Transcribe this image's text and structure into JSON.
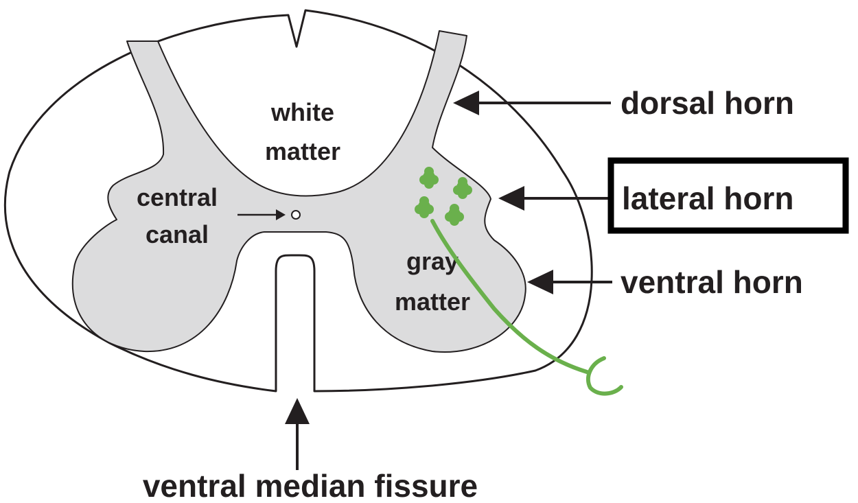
{
  "labels": {
    "white_matter_line1": "white",
    "white_matter_line2": "matter",
    "central_canal_line1": "central",
    "central_canal_line2": "canal",
    "gray_matter_line1": "gray",
    "gray_matter_line2": "matter",
    "dorsal_horn": "dorsal horn",
    "lateral_horn": "lateral horn",
    "ventral_horn": "ventral horn",
    "ventral_median_fissure": "ventral median fissure"
  },
  "highlighted_label": "lateral horn",
  "colors": {
    "outline": "#231f20",
    "gray_matter": "#dcdcdd",
    "annotation": "#6ab04c",
    "background": "#ffffff"
  }
}
